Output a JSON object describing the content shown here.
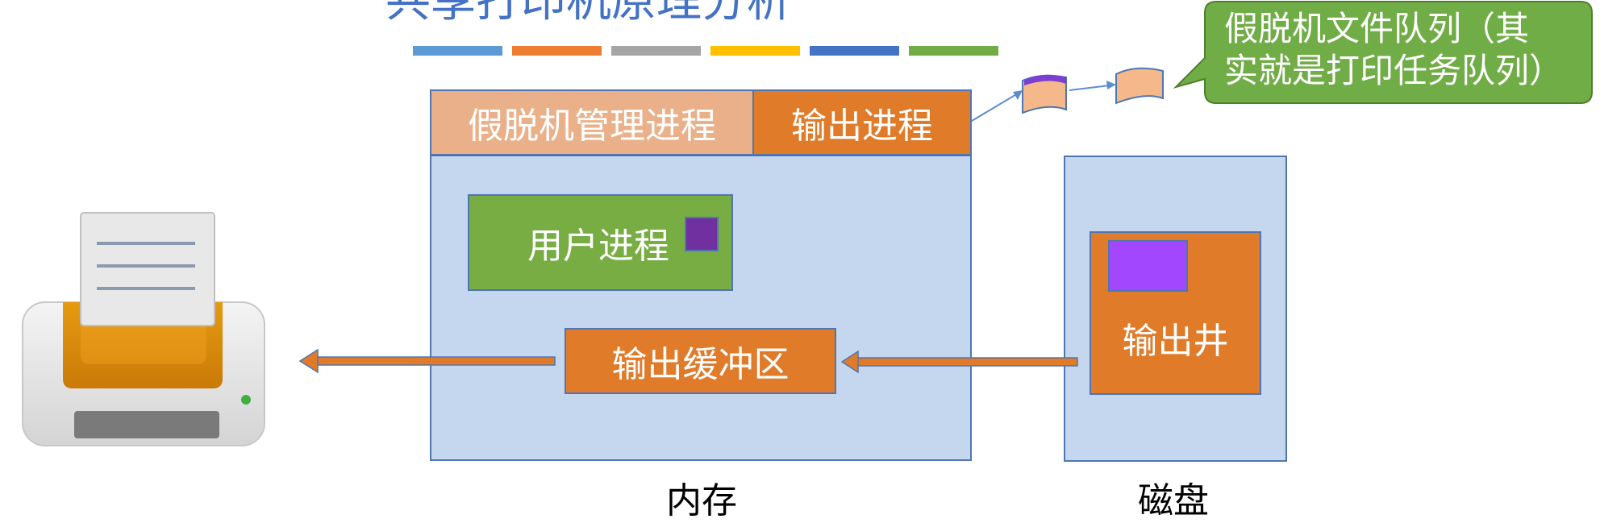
{
  "title": "共享打印机原理分析",
  "title_bar_colors": [
    "#5b9bd5",
    "#ed7d31",
    "#a5a5a5",
    "#ffc000",
    "#4472c4",
    "#70ad47"
  ],
  "spooling": {
    "manager_label": "假脱机管理进程",
    "output_label": "输出进程"
  },
  "memory": {
    "label": "内存",
    "user_process_label": "用户进程",
    "output_buffer_label": "输出缓冲区"
  },
  "disk": {
    "label": "磁盘",
    "output_well_label": "输出井"
  },
  "callout": {
    "line1": "假脱机文件队列（其",
    "line2": "实就是打印任务队列）"
  },
  "icons": {
    "printer": "printer-icon",
    "file_documents": "document-icon"
  },
  "colors": {
    "memory_fill": "#c5d7ef",
    "border": "#4f76b3",
    "orange": "#e07b2a",
    "light_orange": "#eab089",
    "green": "#78ad43",
    "purple_dark": "#7030a0",
    "purple_light": "#a347ff",
    "callout_green": "#71ad47"
  }
}
